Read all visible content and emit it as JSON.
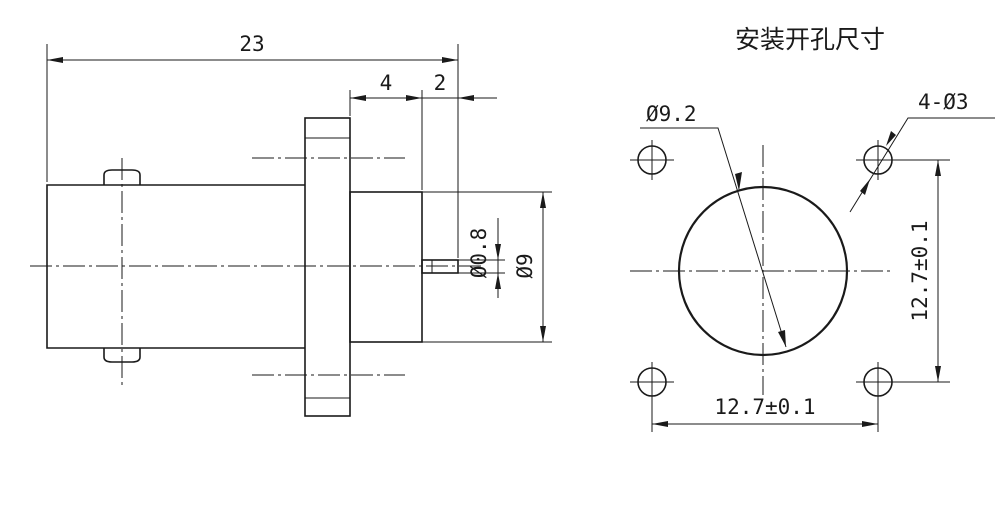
{
  "side_view": {
    "dims": {
      "overall_length": "23",
      "flange_width": "4",
      "pin_length": "2",
      "pin_diameter": "Ø0.8",
      "body_diameter": "Ø9"
    }
  },
  "mounting_cutout": {
    "title": "安装开孔尺寸",
    "dims": {
      "center_hole_diameter": "Ø9.2",
      "screw_holes": "4-Ø3",
      "vertical_spacing": "12.7±0.1",
      "horizontal_spacing": "12.7±0.1"
    }
  }
}
